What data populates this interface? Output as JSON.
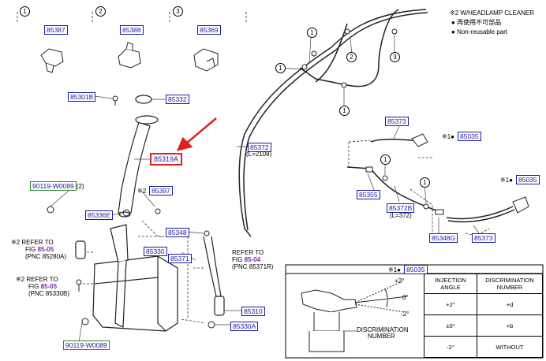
{
  "callouts": {
    "c1": "1",
    "c2": "2",
    "c3": "3"
  },
  "header_parts": {
    "p1": "85387",
    "p2": "85388",
    "p3": "85369"
  },
  "notes": {
    "note_title": "※2 W/HEADLAMP CLEANER",
    "bullet1": "再使用不可部品",
    "bullet2": "Non-reusable part"
  },
  "parts": {
    "p85301B": "85301B",
    "p85332": "85332",
    "p85319A": "85319A",
    "p90119a": "90119-W0089",
    "p90119a_suffix": "(2)",
    "p85397": "85397",
    "p85336E": "85336E",
    "p85348": "85348",
    "p85330": "85330",
    "p85371": "85371",
    "p85310": "85310",
    "p85330A": "85330A",
    "p90119b": "90119-W0089",
    "p85372": "85372",
    "p85372_len": "(L=2108)",
    "p85373a": "85373",
    "p85035a": "85035",
    "p85355": "85355",
    "p85372B": "85372B",
    "p85372B_len": "(L=372)",
    "p85348G": "85348G",
    "p85373b": "85373",
    "p85035b": "85035",
    "p85035c": "85035"
  },
  "refs": {
    "r1_pre": "※2",
    "r1_refer": "REFER TO",
    "r1_fig_pre": "FIG ",
    "r1_fig": "85-05",
    "r1_pnc": "(PNC 85280A)",
    "r2_pre": "※2",
    "r2_refer": "REFER TO",
    "r2_fig_pre": "FIG ",
    "r2_fig": "85-05",
    "r2_pnc": "(PNC 85330B)",
    "r3_refer": "REFER TO",
    "r3_fig_pre": "FIG ",
    "r3_fig": "85-04",
    "r3_pnc": "(PNC 85371R)",
    "pre85397": "※2",
    "pre85035a": "※1●",
    "pre85035b": "※1●",
    "pre85035c": "※1●"
  },
  "disc_table": {
    "h_angle": "INJECTION ANGLE",
    "h_number": "DISCRIMINATION NUMBER",
    "rows": [
      {
        "angle": "+2°",
        "number": "+d"
      },
      {
        "angle": "±0°",
        "number": "+b"
      },
      {
        "angle": "-2°",
        "number": "WITHOUT"
      }
    ],
    "lbl_plus2": "+2°",
    "lbl_zero": "0°",
    "lbl_minus2": "-2°",
    "disc_label1": "DISCRIMINATION",
    "disc_label2": "NUMBER"
  },
  "colors": {
    "accent": "#e02020",
    "part_text": "#1a1aa8",
    "fig_ref": "#7a2aa8",
    "green_box": "#2a8a2a"
  }
}
